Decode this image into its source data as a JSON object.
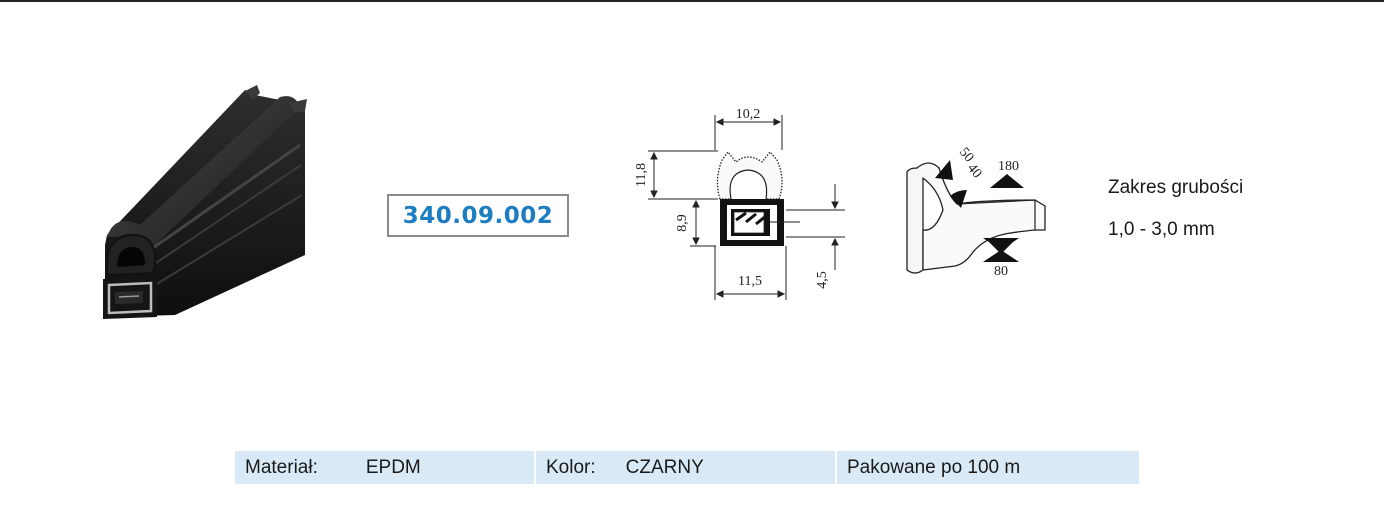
{
  "product": {
    "code": "340.09.002"
  },
  "cross_section": {
    "dimensions": {
      "top_width": "10,2",
      "total_height": "11,8",
      "inner_height": "8,9",
      "bottom_width": "11,5",
      "side_height": "4,5"
    }
  },
  "clamp_diagram": {
    "values": {
      "v50": "50",
      "v40": "40",
      "v180": "180",
      "v80": "80"
    }
  },
  "thickness": {
    "label": "Zakres grubości",
    "value": "1,0 - 3,0 mm"
  },
  "specs": {
    "material_label": "Materiał:",
    "material_value": "EPDM",
    "color_label": "Kolor:",
    "color_value": "CZARNY",
    "packaging": "Pakowane po 100 m"
  }
}
